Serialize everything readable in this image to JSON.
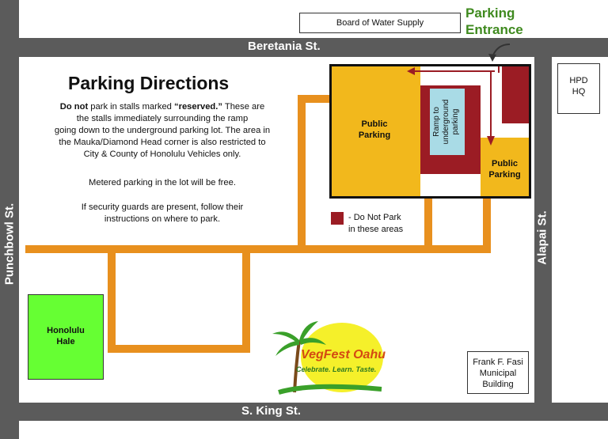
{
  "streets": {
    "top": "Beretania St.",
    "bottom": "S. King St.",
    "left": "Punchbowl St.",
    "right": "Alapai St."
  },
  "entrance": {
    "line1": "Parking",
    "line2": "Entrance"
  },
  "buildings": {
    "water": "Board of Water Supply",
    "hpd_line1": "HPD",
    "hpd_line2": "HQ",
    "honolulu_hale_line1": "Honolulu",
    "honolulu_hale_line2": "Hale",
    "fasi_line1": "Frank F. Fasi",
    "fasi_line2": "Municipal",
    "fasi_line3": "Building"
  },
  "directions": {
    "title": "Parking Directions",
    "p1_bold": "Do not",
    "p1_a": " park in stalls marked ",
    "p1_reserved": "“reserved.”",
    "p1_b": "  These are",
    "p1_line2": "the stalls immediately surrounding the ramp",
    "p1_line3": "going down to the underground parking lot.  The area in",
    "p1_line4": "the Mauka/Diamond Head corner is also restricted to",
    "p1_line5": "City & County of Honolulu Vehicles only.",
    "p2": "Metered parking in the lot will be free.",
    "p3_line1": "If security guards are present, follow their",
    "p3_line2": "instructions on where to park."
  },
  "lot": {
    "public_left_1": "Public",
    "public_left_2": "Parking",
    "public_right_1": "Public",
    "public_right_2": "Parking",
    "ramp_line1": "Ramp to",
    "ramp_line2": "underground",
    "ramp_line3": "parking"
  },
  "legend": {
    "line1": "- Do Not Park",
    "line2": "in these areas"
  },
  "logo": {
    "name": "VegFest Oahu",
    "tagline": "Celebrate. Learn. Taste."
  },
  "colors": {
    "street": "#5b5b5b",
    "path": "#e8901e",
    "public_parking": "#f2b81c",
    "do_not_park": "#9b1c24",
    "ramp": "#a9dbe6",
    "honolulu_hale": "#66ff33",
    "entrance_text": "#3f8a1f",
    "logo_yellow": "#f5f02a"
  }
}
